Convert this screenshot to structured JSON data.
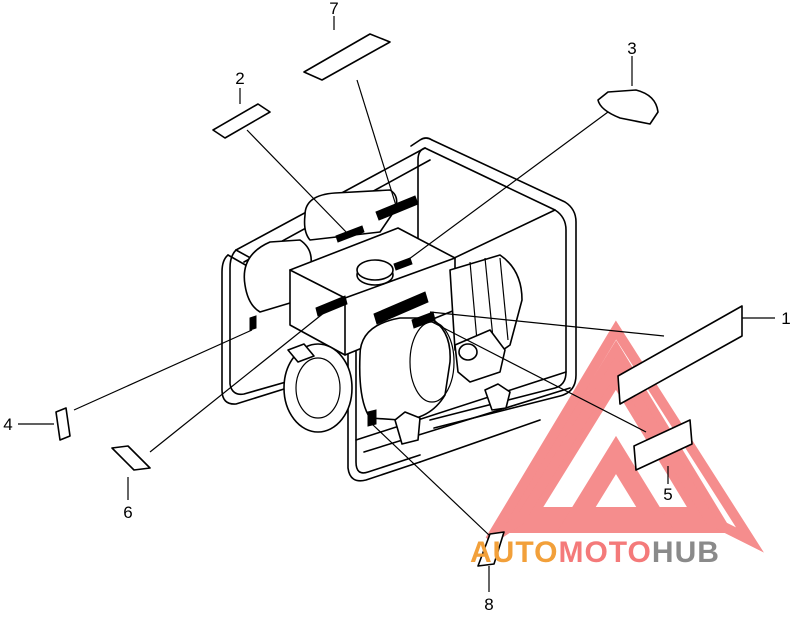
{
  "diagram": {
    "callouts": [
      {
        "id": "c1",
        "text": "1"
      },
      {
        "id": "c2",
        "text": "2"
      },
      {
        "id": "c3",
        "text": "3"
      },
      {
        "id": "c4",
        "text": "4"
      },
      {
        "id": "c5",
        "text": "5"
      },
      {
        "id": "c6",
        "text": "6"
      },
      {
        "id": "c7",
        "text": "7"
      },
      {
        "id": "c8",
        "text": "8"
      }
    ]
  },
  "watermark": {
    "word_part1": "AUTO",
    "word_part2": "MOTO",
    "word_part3": "HUB",
    "colors": {
      "auto": "#f2a03a",
      "moto": "#f47a7a",
      "hub": "#8a8a8a",
      "logo": "#f47a7a"
    }
  }
}
